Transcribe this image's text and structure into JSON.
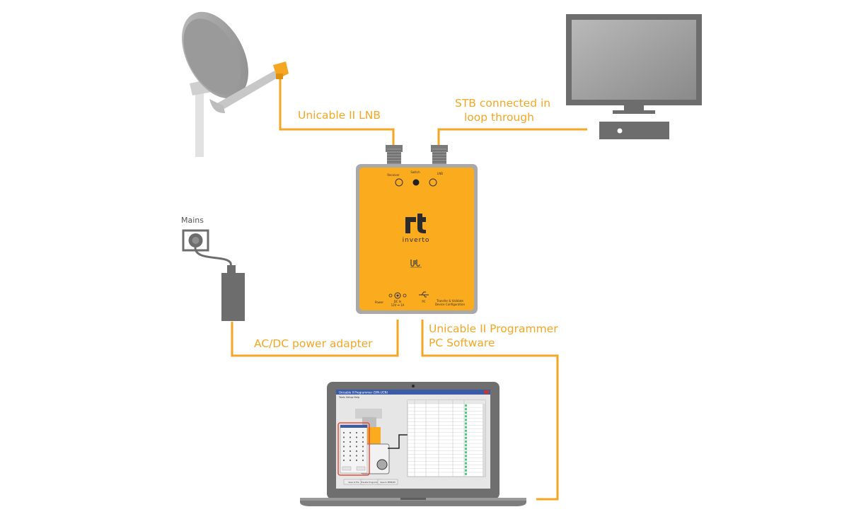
{
  "labels": {
    "lnb": "Unicable II LNB",
    "stb_line1": "STB connected in",
    "stb_line2": "loop through",
    "mains": "Mains",
    "power_adapter": "AC/DC power  adapter",
    "programmer_line1": "Unicable II Programmer",
    "programmer_line2": "PC Software"
  },
  "device": {
    "brand": "inverto",
    "connector_left": "Receiver",
    "connector_mid": "Switch",
    "connector_right": "LNB",
    "power_label": "Power",
    "dc_in": "DC In",
    "dc_spec": "12V ⎓ 1A",
    "pc_label": "PC",
    "config_label": "Transfer & Validate",
    "config_label2": "Device Configuration"
  },
  "laptop_app": {
    "window_title": "Unicable II Programmer (SPA-UCN)",
    "menu": [
      "Tools",
      "Setup",
      "Help"
    ],
    "buttons": [
      "Save to File",
      "Transfer Programmer",
      "Save to EEPROM"
    ]
  },
  "colors": {
    "accent": "#f5a623",
    "device_orange": "#faab1e",
    "dark_gray": "#6f6f6f",
    "mid_gray": "#8a8a8a"
  }
}
